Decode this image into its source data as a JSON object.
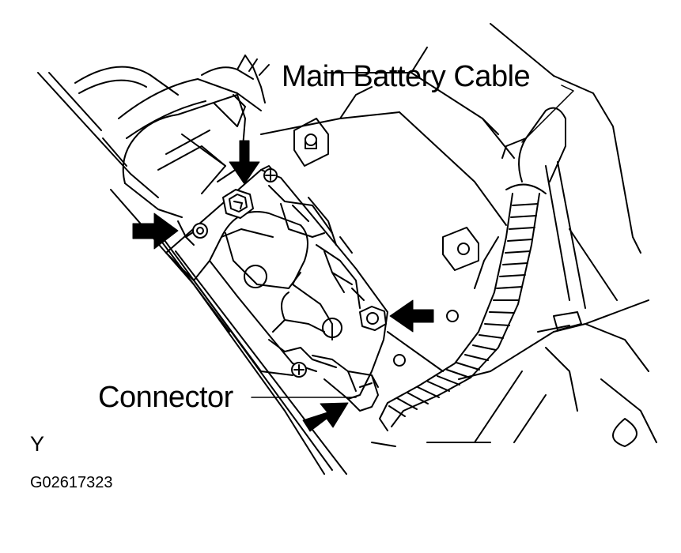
{
  "labels": {
    "main_battery_cable": "Main Battery Cable",
    "connector": "Connector",
    "view_letter": "Y",
    "figure_code": "G02617323"
  },
  "colors": {
    "line": "#000000",
    "background": "#ffffff"
  },
  "icons": [
    "arrow-icon",
    "bolt-icon",
    "screw-icon"
  ]
}
